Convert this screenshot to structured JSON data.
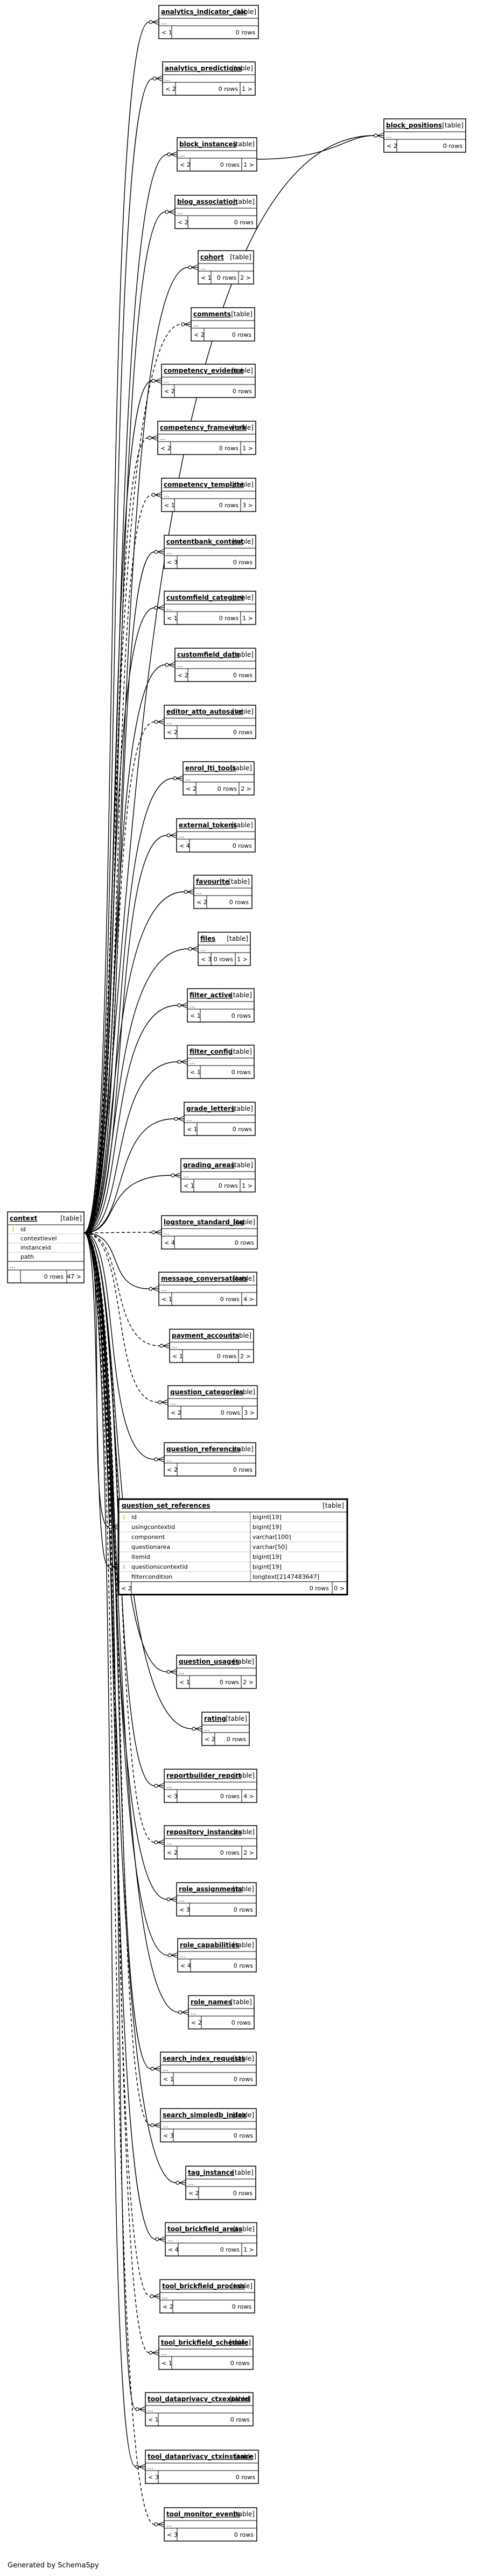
{
  "footer": {
    "label": "Generated by SchemaSpy"
  },
  "row_suffix": "rows",
  "table_tag": "[table]",
  "context": {
    "name": "context",
    "columns": [
      "id",
      "contextlevel",
      "instanceid",
      "path"
    ],
    "ellipsis": "...",
    "parents": "",
    "rows": "0 rows",
    "children": "47 >"
  },
  "block_positions": {
    "name": "block_positions",
    "parents": "< 2",
    "rows": "0 rows",
    "children": ""
  },
  "question_set_references": {
    "name": "question_set_references",
    "columns": [
      {
        "name": "id",
        "type": "bigint[19]",
        "key": "pk"
      },
      {
        "name": "usingcontextid",
        "type": "bigint[19]",
        "key": ""
      },
      {
        "name": "component",
        "type": "varchar[100]",
        "key": ""
      },
      {
        "name": "questionarea",
        "type": "varchar[50]",
        "key": ""
      },
      {
        "name": "itemid",
        "type": "bigint[19]",
        "key": ""
      },
      {
        "name": "questionscontextid",
        "type": "bigint[19]",
        "key": "fk"
      },
      {
        "name": "filtercondition",
        "type": "longtext[2147483647]",
        "key": ""
      }
    ],
    "parents": "< 2",
    "rows": "0 rows",
    "children": "0 >"
  },
  "tables": [
    {
      "name": "analytics_indicator_calc",
      "parents": "< 1",
      "rows": "0 rows",
      "children": ""
    },
    {
      "name": "analytics_predictions",
      "parents": "< 2",
      "rows": "0 rows",
      "children": "1 >"
    },
    {
      "name": "block_instances",
      "parents": "< 2",
      "rows": "0 rows",
      "children": "1 >"
    },
    {
      "name": "blog_association",
      "parents": "< 2",
      "rows": "0 rows",
      "children": ""
    },
    {
      "name": "cohort",
      "parents": "< 1",
      "rows": "0 rows",
      "children": "2 >"
    },
    {
      "name": "comments",
      "parents": "< 2",
      "rows": "0 rows",
      "children": ""
    },
    {
      "name": "competency_evidence",
      "parents": "< 2",
      "rows": "0 rows",
      "children": ""
    },
    {
      "name": "competency_framework",
      "parents": "< 2",
      "rows": "0 rows",
      "children": "1 >"
    },
    {
      "name": "competency_template",
      "parents": "< 1",
      "rows": "0 rows",
      "children": "3 >"
    },
    {
      "name": "contentbank_content",
      "parents": "< 3",
      "rows": "0 rows",
      "children": ""
    },
    {
      "name": "customfield_category",
      "parents": "< 1",
      "rows": "0 rows",
      "children": "1 >"
    },
    {
      "name": "customfield_data",
      "parents": "< 2",
      "rows": "0 rows",
      "children": ""
    },
    {
      "name": "editor_atto_autosave",
      "parents": "< 2",
      "rows": "0 rows",
      "children": ""
    },
    {
      "name": "enrol_lti_tools",
      "parents": "< 2",
      "rows": "0 rows",
      "children": "2 >"
    },
    {
      "name": "external_tokens",
      "parents": "< 4",
      "rows": "0 rows",
      "children": ""
    },
    {
      "name": "favourite",
      "parents": "< 2",
      "rows": "0 rows",
      "children": ""
    },
    {
      "name": "files",
      "parents": "< 3",
      "rows": "0 rows",
      "children": "1 >"
    },
    {
      "name": "filter_active",
      "parents": "< 1",
      "rows": "0 rows",
      "children": ""
    },
    {
      "name": "filter_config",
      "parents": "< 1",
      "rows": "0 rows",
      "children": ""
    },
    {
      "name": "grade_letters",
      "parents": "< 1",
      "rows": "0 rows",
      "children": ""
    },
    {
      "name": "grading_areas",
      "parents": "< 1",
      "rows": "0 rows",
      "children": "1 >"
    },
    {
      "name": "logstore_standard_log",
      "parents": "< 4",
      "rows": "0 rows",
      "children": ""
    },
    {
      "name": "message_conversations",
      "parents": "< 1",
      "rows": "0 rows",
      "children": "4 >"
    },
    {
      "name": "payment_accounts",
      "parents": "< 1",
      "rows": "0 rows",
      "children": "2 >"
    },
    {
      "name": "question_categories",
      "parents": "< 2",
      "rows": "0 rows",
      "children": "3 >"
    },
    {
      "name": "question_references",
      "parents": "< 2",
      "rows": "0 rows",
      "children": ""
    },
    {
      "name": "question_usages",
      "parents": "< 1",
      "rows": "0 rows",
      "children": "2 >"
    },
    {
      "name": "rating",
      "parents": "< 2",
      "rows": "0 rows",
      "children": ""
    },
    {
      "name": "reportbuilder_report",
      "parents": "< 3",
      "rows": "0 rows",
      "children": "4 >"
    },
    {
      "name": "repository_instances",
      "parents": "< 2",
      "rows": "0 rows",
      "children": "2 >"
    },
    {
      "name": "role_assignments",
      "parents": "< 3",
      "rows": "0 rows",
      "children": ""
    },
    {
      "name": "role_capabilities",
      "parents": "< 4",
      "rows": "0 rows",
      "children": ""
    },
    {
      "name": "role_names",
      "parents": "< 2",
      "rows": "0 rows",
      "children": ""
    },
    {
      "name": "search_index_requests",
      "parents": "< 1",
      "rows": "0 rows",
      "children": ""
    },
    {
      "name": "search_simpledb_index",
      "parents": "< 3",
      "rows": "0 rows",
      "children": ""
    },
    {
      "name": "tag_instance",
      "parents": "< 2",
      "rows": "0 rows",
      "children": ""
    },
    {
      "name": "tool_brickfield_areas",
      "parents": "< 4",
      "rows": "0 rows",
      "children": "1 >"
    },
    {
      "name": "tool_brickfield_process",
      "parents": "< 2",
      "rows": "0 rows",
      "children": ""
    },
    {
      "name": "tool_brickfield_schedule",
      "parents": "< 1",
      "rows": "0 rows",
      "children": ""
    },
    {
      "name": "tool_dataprivacy_ctxexpired",
      "parents": "< 1",
      "rows": "0 rows",
      "children": ""
    },
    {
      "name": "tool_dataprivacy_ctxinstance",
      "parents": "< 3",
      "rows": "0 rows",
      "children": ""
    },
    {
      "name": "tool_monitor_events",
      "parents": "< 3",
      "rows": "0 rows",
      "children": ""
    }
  ],
  "colors": {
    "line": "#000000",
    "background": "#ffffff",
    "pk_key": "#e8c400",
    "fk_key": "#b8b8b8"
  }
}
